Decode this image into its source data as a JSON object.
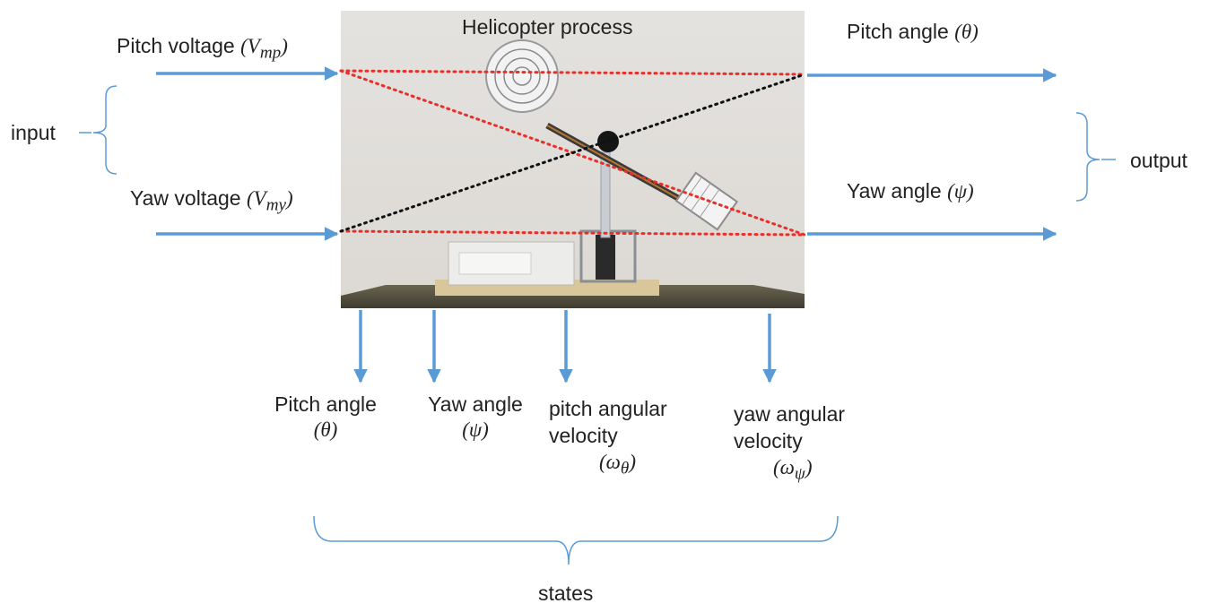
{
  "title": "Helicopter process",
  "inputs": {
    "group_label": "input",
    "pitch_voltage": {
      "label": "Pitch voltage",
      "symbol": "(V",
      "sub": "mp",
      "close": ")"
    },
    "yaw_voltage": {
      "label": "Yaw voltage",
      "symbol": "(V",
      "sub": "my",
      "close": ")"
    }
  },
  "outputs": {
    "group_label": "output",
    "pitch_angle": {
      "label": "Pitch angle",
      "symbol": "(θ)"
    },
    "yaw_angle": {
      "label": "Yaw angle",
      "symbol": "(ψ)"
    }
  },
  "states": {
    "group_label": "states",
    "pitch_angle": {
      "line1": "Pitch angle",
      "symbol": "(θ)"
    },
    "yaw_angle": {
      "line1": "Yaw angle",
      "symbol": "(ψ)"
    },
    "pitch_velocity": {
      "line1": "pitch angular",
      "line2": "velocity",
      "symbol": "(ω",
      "sub": "θ",
      "close": ")"
    },
    "yaw_velocity": {
      "line1": "yaw angular",
      "line2": "velocity",
      "symbol": "(ω",
      "sub": "ψ",
      "close": ")"
    }
  },
  "colors": {
    "arrow": "#5b9bd5",
    "brace": "#5b9bd5",
    "coupling_red": "#e8302a",
    "coupling_black": "#111111"
  }
}
